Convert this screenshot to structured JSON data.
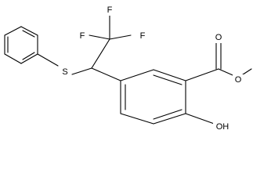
{
  "molecule": {
    "atom_labels": {
      "f1": "F",
      "f2": "F",
      "f3": "F",
      "sulfur": "S",
      "carbonyl_o": "O",
      "ester_o": "O",
      "hydroxyl": "OH"
    }
  }
}
